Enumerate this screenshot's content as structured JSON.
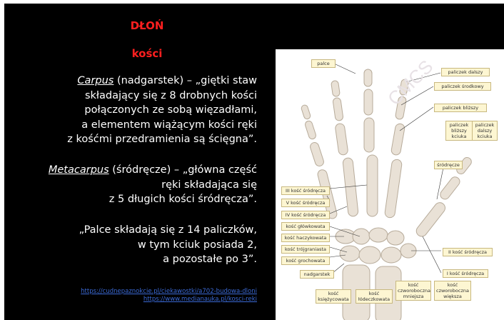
{
  "slide": {
    "title": "DŁOŃ",
    "subtitle": "kości",
    "carpus_term": "Carpus",
    "carpus_text": " (nadgarstek) – „giętki staw\nskładający się z 8 drobnych kości\npołączonych ze sobą więzadłami,\na elementem wiążącym kości ręki\nz kośćmi przedramienia są ścięgna”.",
    "metacarpus_term": "Metacarpus",
    "metacarpus_text": " (śródręcze) – „główna część\nręki składająca się\nz 5 długich kości śródręcza”.",
    "fingers_text": "„Palce składają się z 14 paliczków,\nw tym kciuk posiada 2,\na pozostałe po 3”.",
    "link1": "https://cudnepaznokcie.pl/ciekawostki/a702-budowa-dloni",
    "link2": "https://www.medianauka.pl/kosci-reki"
  },
  "figure": {
    "watermark": "CMCS",
    "labels": {
      "palce": "palce",
      "paliczek_dalszy": "paliczek dalszy",
      "paliczek_srodkowy": "paliczek środkowy",
      "paliczek_blizszy": "paliczek bliższy",
      "paliczek_blizszy_kciuka": "paliczek\nbliższy\nkciuka",
      "paliczek_dalszy_kciuka": "paliczek\ndalszy\nkciuka",
      "srodrecze": "śródręcze",
      "iii_kosc": "III kość śródręcza",
      "v_kosc": "V kość śródręcza",
      "iv_kosc": "IV kość śródręcza",
      "kosc_glowkowata": "kość główkowata",
      "kosc_haczykowata": "kość haczykowata",
      "kosc_trojgraniasta": "kość trójgraniasta",
      "kosc_grochowata": "kość grochowata",
      "ii_kosc": "II kość śródręcza",
      "nadgarstek": "nadgarstek",
      "i_kosc": "I kość śródręcza",
      "ksiezycowata": "kość\nksiężycowata",
      "lodeczkowata": "kość\nłódeczkowata",
      "czworoboczna_mniejsza": "kość\nczworoboczna\nmniejsza",
      "czworoboczna_wieksza": "kość\nczworoboczna\nwiększa"
    }
  },
  "colors": {
    "background": "#000000",
    "title": "#ff1f1f",
    "text": "#ffffff",
    "link": "#3b6ad6",
    "label_bg": "#fdf6d2"
  }
}
